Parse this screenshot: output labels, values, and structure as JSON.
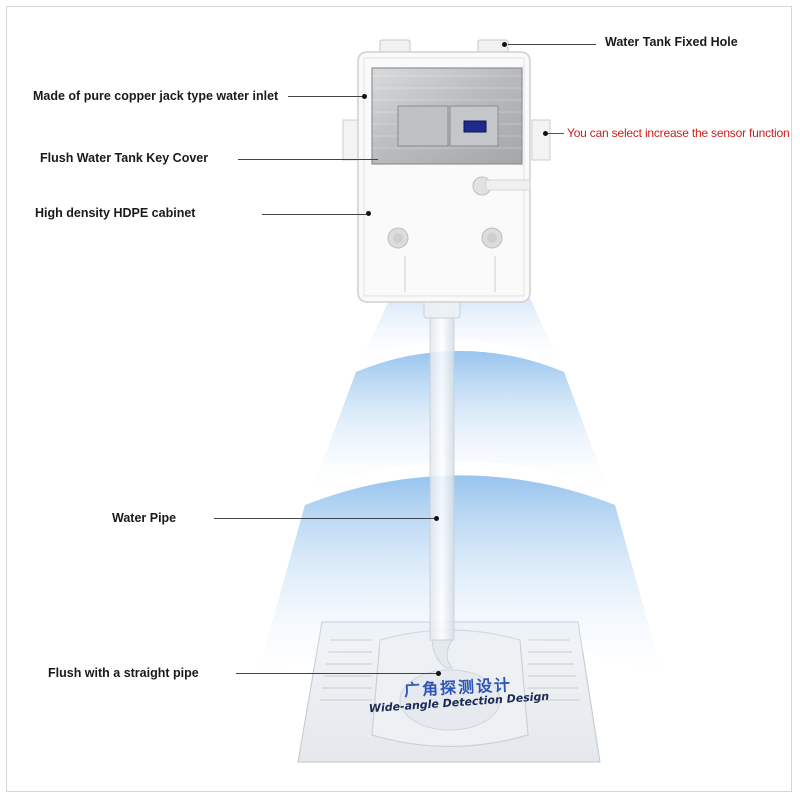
{
  "labels": {
    "water_tank_fixed_hole": "Water Tank Fixed Hole",
    "copper_inlet": "Made of pure copper jack type water inlet",
    "sensor_option": "You can select increase the sensor function",
    "key_cover": "Flush Water Tank Key Cover",
    "hdpe_cabinet": "High density HDPE cabinet",
    "water_pipe": "Water Pipe",
    "straight_pipe": "Flush with a straight pipe"
  },
  "captions": {
    "chinese": "广角探测设计",
    "english": "Wide-angle Detection Design"
  },
  "colors": {
    "label_text": "#1a1a1a",
    "sensor_text": "#c8201e",
    "wave_blue": "#9ec9f0",
    "caption_blue": "#2f56b8",
    "sensor_window": "#1f2a8a"
  },
  "icons": {
    "sensor": "infrared-sensor-icon"
  }
}
